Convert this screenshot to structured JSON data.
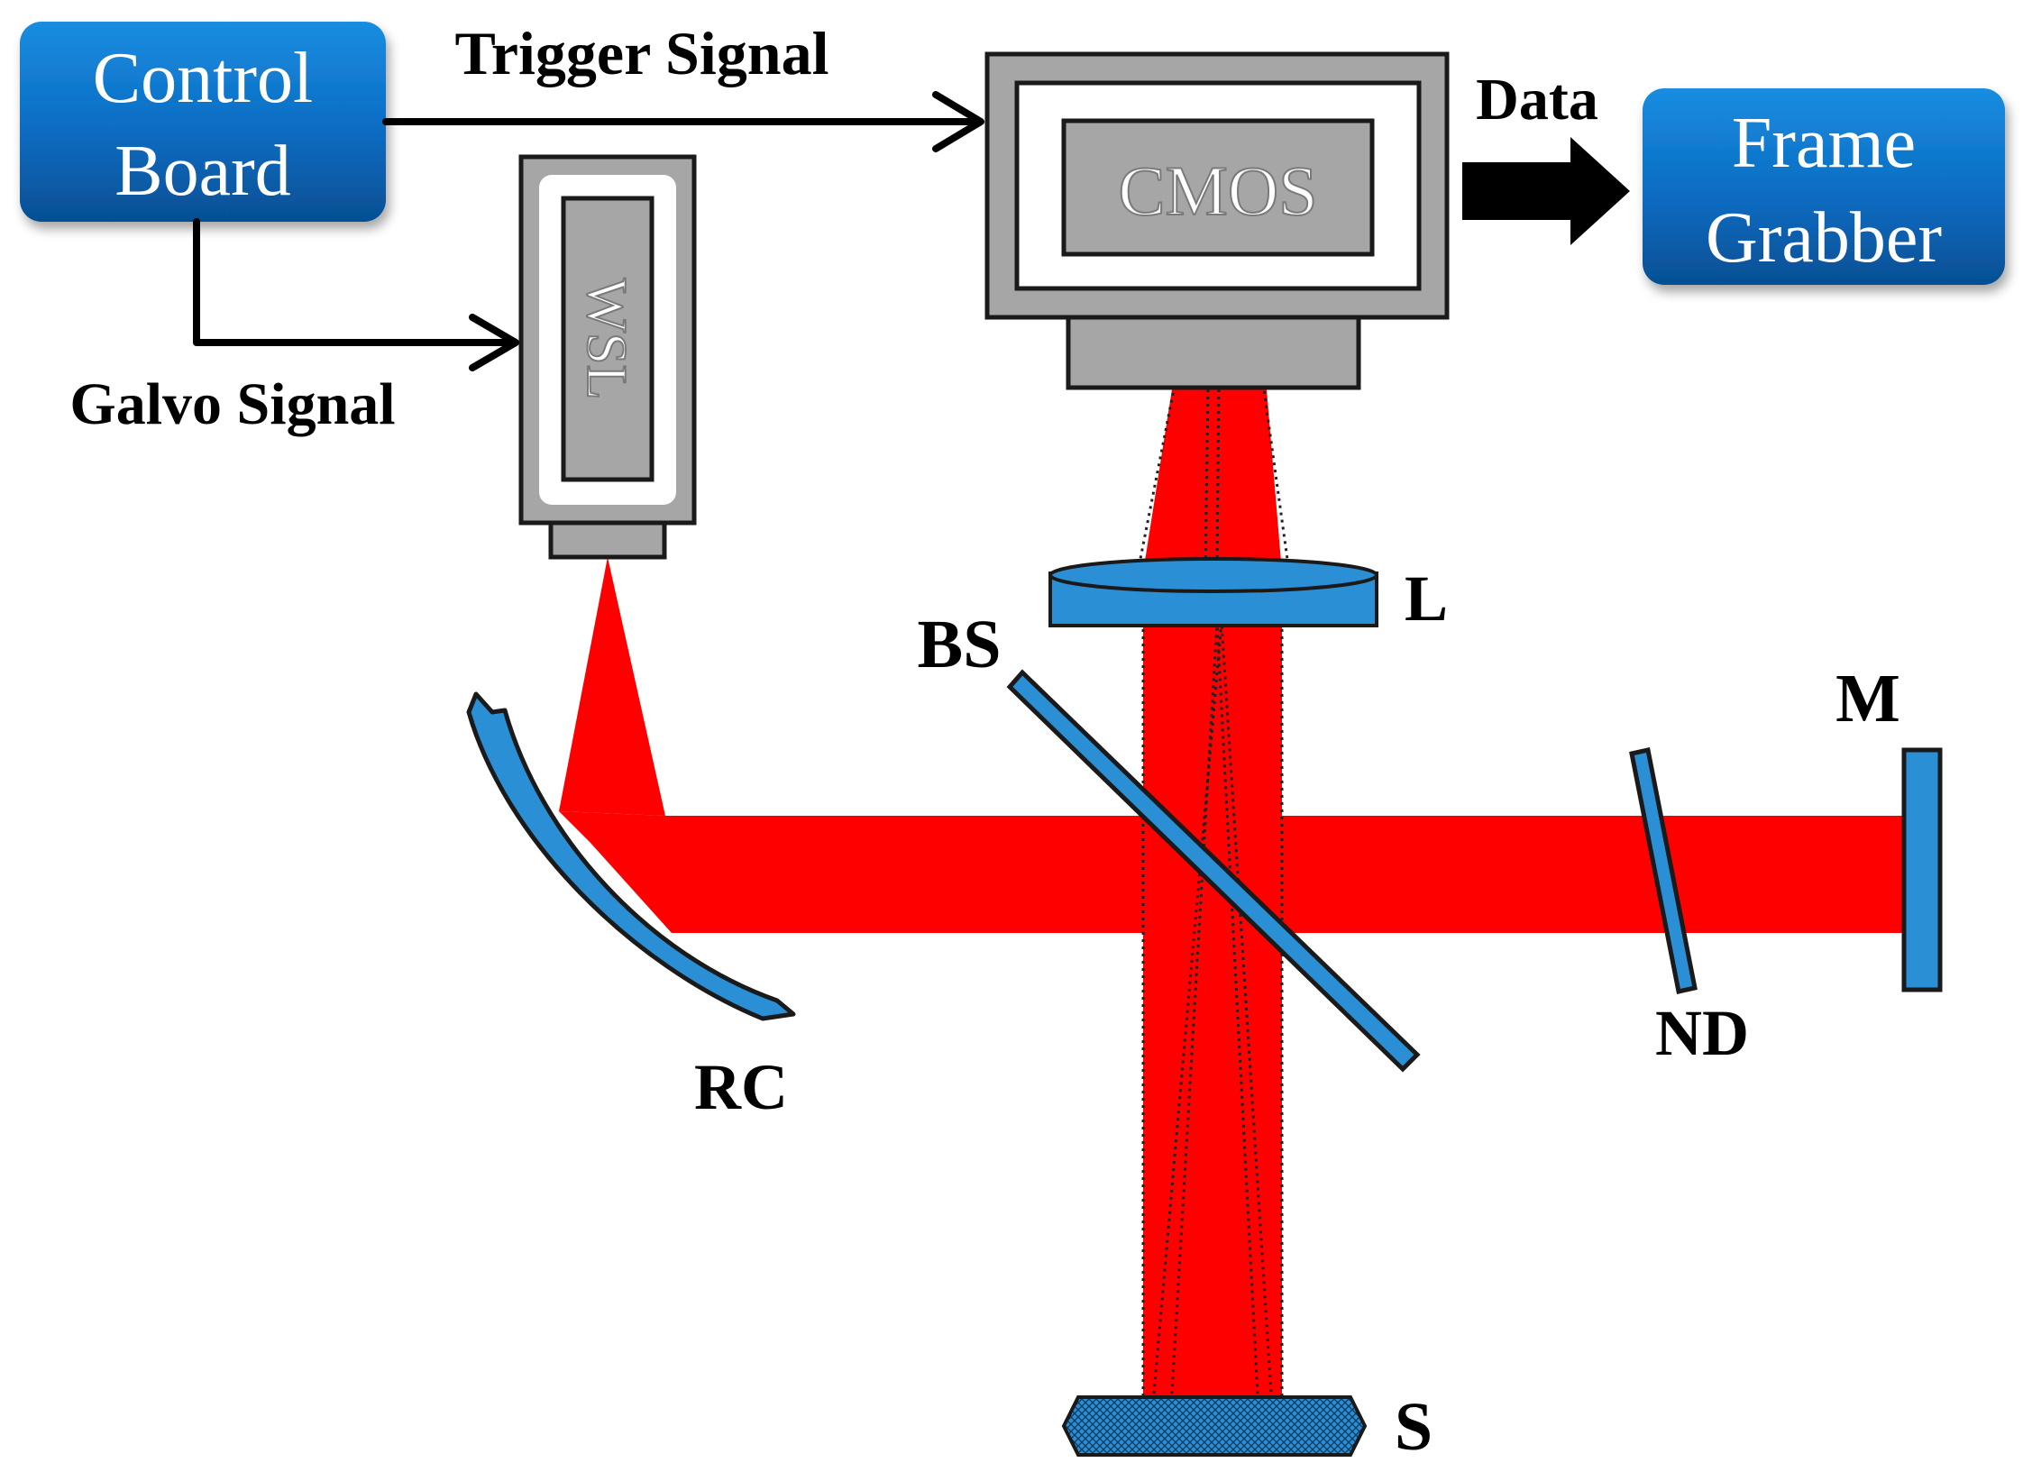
{
  "boxes": {
    "control_board": {
      "line1": "Control",
      "line2": "Board"
    },
    "frame_grabber": {
      "line1": "Frame",
      "line2": "Grabber"
    }
  },
  "devices": {
    "camera_sensor": "CMOS",
    "light_source": "WSL"
  },
  "signals": {
    "trigger": "Trigger Signal",
    "galvo": "Galvo Signal",
    "data": "Data"
  },
  "components": {
    "lens": "L",
    "beam_splitter": "BS",
    "mirror": "M",
    "neutral_density": "ND",
    "reflective_collimator": "RC",
    "sample": "S"
  },
  "colors": {
    "beam": "#ff0000",
    "optic_blue": "#2b8fd6",
    "box_blue": "#0d6fc0",
    "device_gray": "#a6a6a6"
  }
}
